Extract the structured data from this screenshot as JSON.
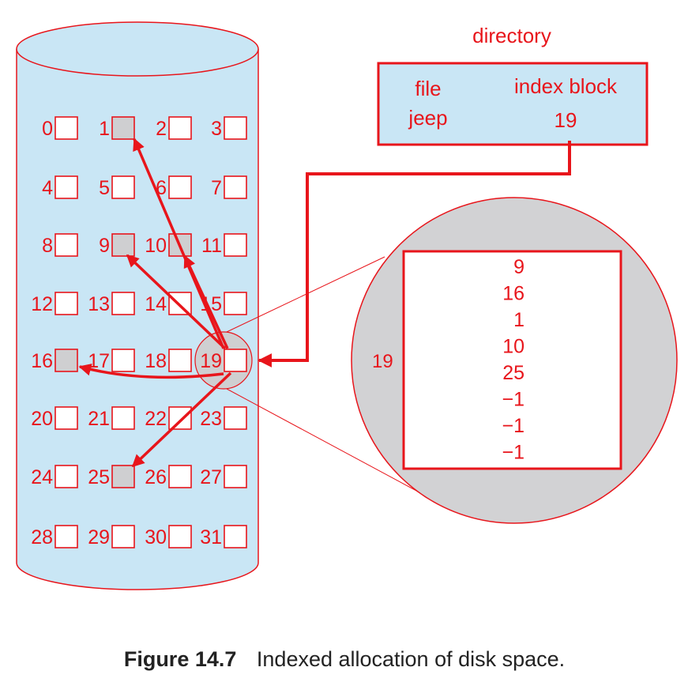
{
  "colors": {
    "accent": "#e8151b",
    "disk_fill": "#c9e6f5",
    "used_block": "#cfcfd1",
    "zoom_fill": "#d2d2d4"
  },
  "disk": {
    "blocks": [
      "0",
      "1",
      "2",
      "3",
      "4",
      "5",
      "6",
      "7",
      "8",
      "9",
      "10",
      "11",
      "12",
      "13",
      "14",
      "15",
      "16",
      "17",
      "18",
      "19",
      "20",
      "21",
      "22",
      "23",
      "24",
      "25",
      "26",
      "27",
      "28",
      "29",
      "30",
      "31"
    ],
    "used_blocks": [
      1,
      9,
      10,
      16,
      25
    ]
  },
  "directory": {
    "title": "directory",
    "col_file": "file",
    "col_index": "index block",
    "file_name": "jeep",
    "index_value": "19"
  },
  "index_block": {
    "label": "19",
    "entries": [
      "9",
      "16",
      "1",
      "10",
      "25",
      "−1",
      "−1",
      "−1"
    ]
  },
  "caption": {
    "number": "Figure 14.7",
    "text": "Indexed allocation of disk space."
  }
}
